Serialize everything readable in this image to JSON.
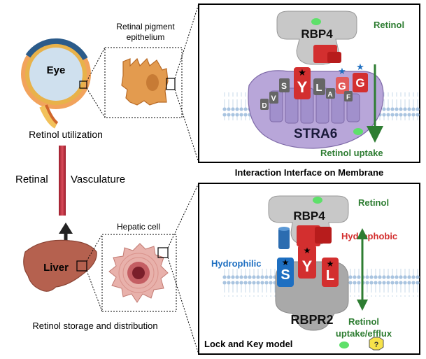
{
  "left": {
    "eye_label": "Eye",
    "rpe_label_line1": "Retinal pigment",
    "rpe_label_line2": "epithelium",
    "retinol_utilization": "Retinol utilization",
    "vasculature_left": "Retinal",
    "vasculature_right": "Vasculature",
    "liver_label": "Liver",
    "hepatic_label": "Hepatic cell",
    "storage_label": "Retinol storage and distribution"
  },
  "top_panel": {
    "protein_label": "RBP4",
    "retinol_label": "Retinol",
    "receptor_label": "STRA6",
    "uptake_label": "Retinol uptake",
    "caption": "Interaction Interface on Membrane",
    "residues_big": [
      "Y",
      "L",
      "G",
      "G"
    ],
    "residues_small": [
      "D",
      "V",
      "S",
      "A",
      "F"
    ]
  },
  "bottom_panel": {
    "protein_label": "RBP4",
    "retinol_label": "Retinol",
    "hydrophobic_label": "Hydrophobic",
    "hydrophilic_label": "Hydrophilic",
    "receptor_label": "RBPR2",
    "uptake_line1": "Retinol",
    "uptake_line2": "uptake/efflux",
    "caption": "Lock and Key model",
    "residues": [
      "S",
      "Y",
      "L"
    ],
    "unknown_symbol": "?"
  },
  "colors": {
    "retinol_green": "#2e7d32",
    "hydrophobic_red": "#d32f2f",
    "hydrophilic_blue": "#1e6fc1",
    "membrane_purple": "#b8a6d9",
    "rbpr2_gray": "#a9a9a9"
  }
}
